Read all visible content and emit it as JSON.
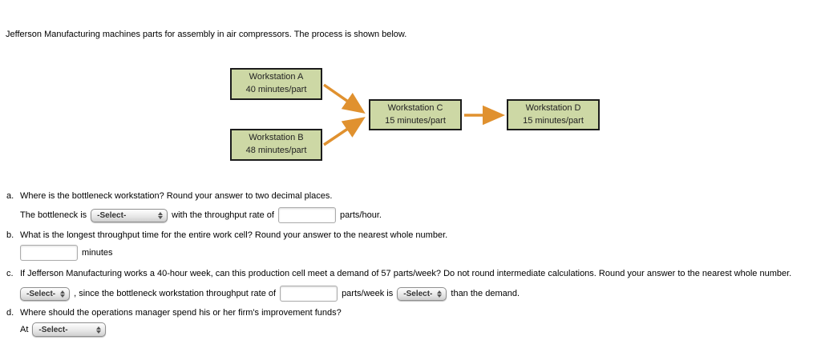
{
  "page": {
    "title": "Jefferson Manufacturing machines parts for assembly in air compressors. The process is shown below."
  },
  "diagram": {
    "box_fill_color": "#cdd8a5",
    "box_border_color": "#1c1c1c",
    "arrow_color": "#e0912f",
    "workstations": [
      {
        "name": "Workstation A",
        "rate": "40 minutes/part"
      },
      {
        "name": "Workstation B",
        "rate": "48 minutes/part"
      },
      {
        "name": "Workstation C",
        "rate": "15 minutes/part"
      },
      {
        "name": "Workstation D",
        "rate": "15 minutes/part"
      }
    ],
    "flows": [
      "A to C",
      "B to C",
      "C to D"
    ]
  },
  "questions": {
    "a": {
      "label": "a.",
      "text": "Where is the bottleneck workstation? Round your answer to two decimal places.",
      "answer_prefix": "The bottleneck is",
      "select_value": "-Select-",
      "middle": "with the throughput rate of",
      "input_value": "",
      "suffix": "parts/hour."
    },
    "b": {
      "label": "b.",
      "text": "What is the longest throughput time for the entire work cell? Round your answer to the nearest whole number.",
      "input_value": "",
      "suffix": "minutes"
    },
    "c": {
      "label": "c.",
      "text": "If Jefferson Manufacturing works a 40-hour week, can this production cell meet a demand of 57 parts/week? Do not round intermediate calculations. Round your answer to the nearest whole number.",
      "select1_value": "-Select-",
      "middle1": ", since the bottleneck workstation throughput rate of",
      "input_value": "",
      "middle2": "parts/week is",
      "select2_value": "-Select-",
      "suffix": "than the demand."
    },
    "d": {
      "label": "d.",
      "text": "Where should the operations manager spend his or her firm's improvement funds?",
      "answer_prefix": "At",
      "select_value": "-Select-"
    }
  }
}
